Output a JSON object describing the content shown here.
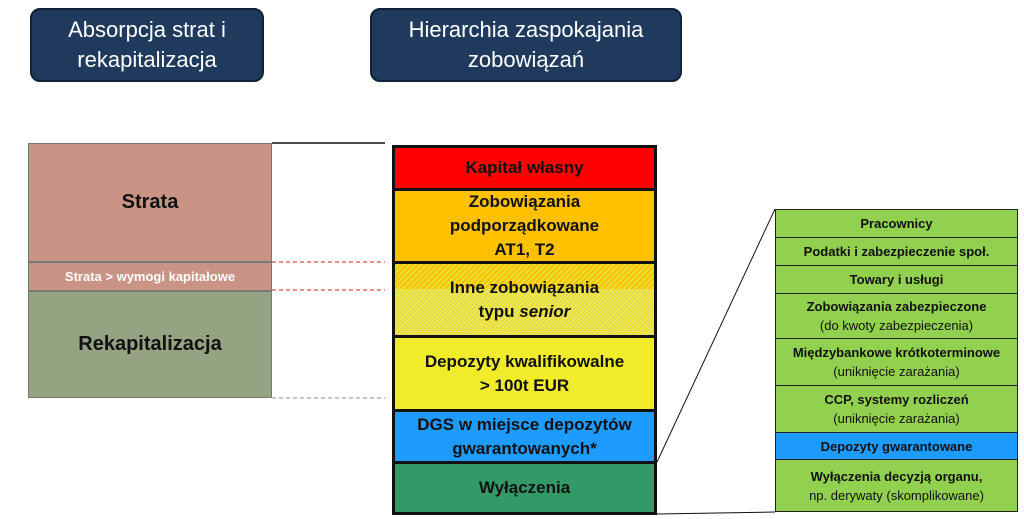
{
  "headers": {
    "left": [
      "Absorpcja strat i",
      "rekapitalizacja"
    ],
    "center": [
      "Hierarchia zaspokajania",
      "zobowiązań"
    ]
  },
  "left": {
    "loss": "Strata",
    "excess": "Strata > wymogi kapitałowe",
    "recap": "Rekapitalizacja"
  },
  "center": {
    "equity": "Kapitał własny",
    "sub": [
      "Zobowiązania",
      "podporządkowane",
      "AT1, T2"
    ],
    "senior_1": "Inne zobowiązania",
    "senior_2a": "typu ",
    "senior_2b": "senior",
    "deposits": [
      "Depozyty kwalifikowalne",
      "> 100t EUR"
    ],
    "dgs": [
      "DGS w miejsce depozytów",
      "gwarantowanych*"
    ],
    "excl": "Wyłączenia"
  },
  "right": [
    {
      "title": "Pracownicy"
    },
    {
      "title": "Podatki i zabezpieczenie społ."
    },
    {
      "title": "Towary i usługi"
    },
    {
      "title": "Zobowiązania zabezpieczone",
      "sub": "(do kwoty zabezpieczenia)"
    },
    {
      "title": "Międzybankowe krótkoterminowe",
      "sub": "(uniknięcie  zarażania)"
    },
    {
      "title": "CCP, systemy rozliczeń",
      "sub": "(uniknięcie  zarażania)"
    },
    {
      "title": "Depozyty gwarantowane"
    },
    {
      "title": "Wyłączenia decyzją organu,",
      "sub": "np. derywaty (skomplikowane)"
    }
  ]
}
